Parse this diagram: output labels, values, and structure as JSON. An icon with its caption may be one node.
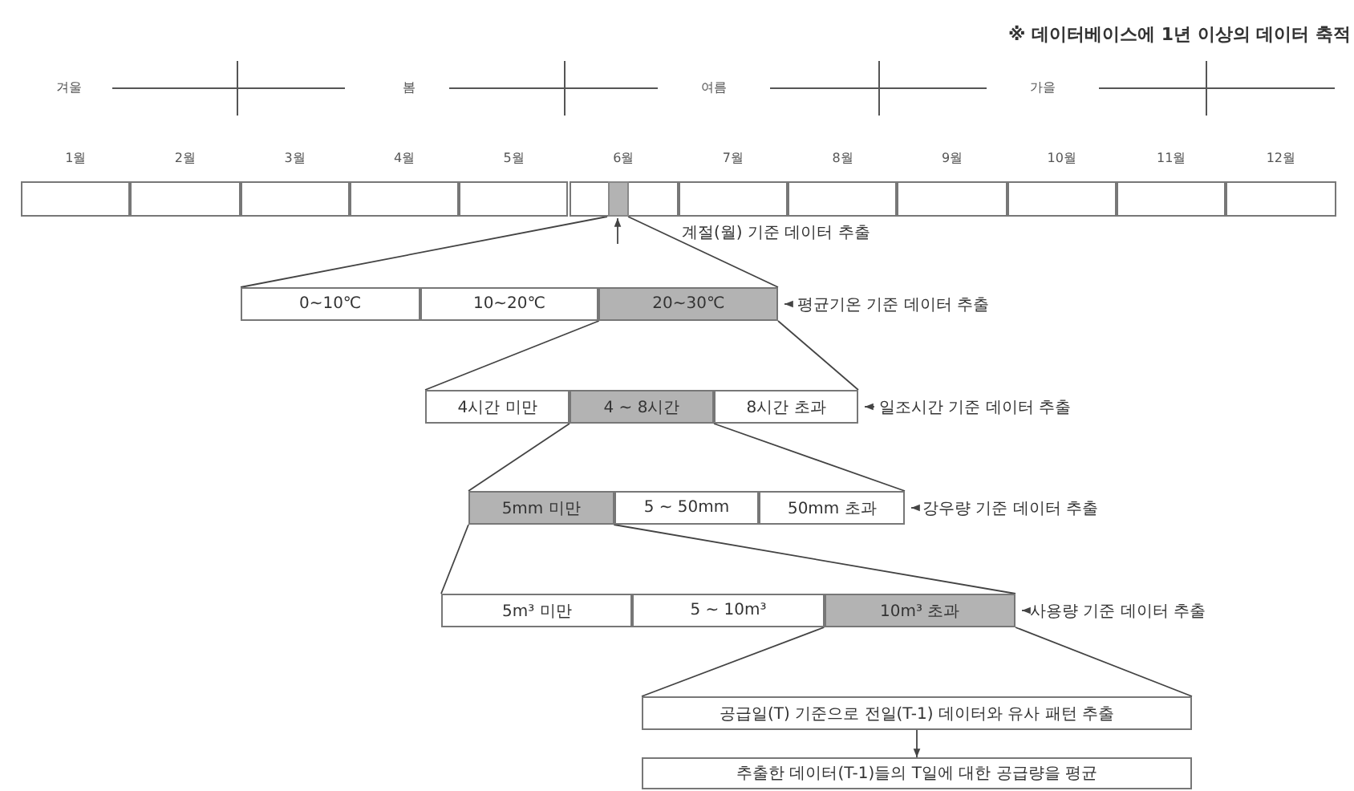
{
  "diagram": {
    "nodes": [
      {
        "text": [],
        "shape": "box",
        "beside": [
          "1월"
        ]
      },
      {
        "text": [],
        "shape": "box",
        "beside": [
          "2월"
        ]
      },
      {
        "text": [],
        "shape": "box",
        "beside": [
          "3월"
        ]
      },
      {
        "text": [],
        "shape": "box",
        "beside": [
          "4월"
        ]
      },
      {
        "text": [],
        "shape": "box",
        "beside": [
          "5월"
        ]
      },
      {
        "text": [],
        "shape": "box",
        "beside": [
          "6월"
        ]
      },
      {
        "text": [],
        "shape": "box",
        "beside": [
          "7월"
        ]
      },
      {
        "text": [],
        "shape": "box",
        "beside": [
          "8월"
        ]
      },
      {
        "text": [],
        "shape": "box",
        "beside": [
          "9월"
        ]
      },
      {
        "text": [],
        "shape": "box",
        "beside": [
          "10월"
        ]
      },
      {
        "text": [],
        "shape": "box",
        "beside": [
          "11월"
        ]
      },
      {
        "text": [],
        "shape": "box",
        "beside": [
          "12월"
        ]
      },
      {
        "text": [],
        "shape": "box",
        "in": 5
      },
      {
        "text": [
          "0~10℃"
        ]
      },
      {
        "text": [
          "10~20℃"
        ]
      },
      {
        "text": [
          "20~30℃"
        ]
      },
      {
        "text": [
          "평균기온 기준 데이터 추출"
        ]
      },
      {
        "text": [
          "4시간 미만"
        ]
      },
      {
        "text": [
          "4 ~ 8시간"
        ]
      },
      {
        "text": [
          "8시간 초과"
        ]
      },
      {
        "text": [
          "일조시간 기준 데이터 추출"
        ]
      },
      {
        "text": [
          "5mm 미만"
        ]
      },
      {
        "text": [
          "5 ~ 50mm"
        ]
      },
      {
        "text": [
          "50mm 초과"
        ]
      },
      {
        "text": [
          "강우량 기준 데이터 추출"
        ]
      },
      {
        "text": [
          "5m³ 미만"
        ]
      },
      {
        "text": [
          "5 ~ 10m³"
        ]
      },
      {
        "text": [
          "10m³ 초과"
        ]
      },
      {
        "text": [
          "사용량 기준 데이터 추출"
        ]
      },
      {
        "text": [
          "공급일(T) 기준으로 전일(T-1) 데이터와 유사 패턴 추출"
        ]
      },
      {
        "text": [
          "추출한 데이터(T-1)들의 T일에 대한 공급량을 평균"
        ]
      }
    ],
    "edges": [
      {
        "from": null,
        "to": 12,
        "arrow": "to"
      },
      {
        "from": 12,
        "to": 13,
        "arrow": "none"
      },
      {
        "from": 12,
        "to": 15,
        "arrow": "none"
      },
      {
        "from": 16,
        "to": 15,
        "arrow": "to"
      },
      {
        "from": 15,
        "to": 17,
        "arrow": "none"
      },
      {
        "from": 15,
        "to": 19,
        "arrow": "none"
      },
      {
        "from": 20,
        "to": 19,
        "arrow": "to"
      },
      {
        "from": 18,
        "to": 21,
        "arrow": "none"
      },
      {
        "from": 18,
        "to": 23,
        "arrow": "none"
      },
      {
        "from": 24,
        "to": 23,
        "arrow": "to"
      },
      {
        "from": 21,
        "to": 25,
        "arrow": "none"
      },
      {
        "from": 21,
        "to": 27,
        "arrow": "none"
      },
      {
        "from": 28,
        "to": 27,
        "arrow": "to"
      },
      {
        "from": 27,
        "to": 29,
        "arrow": "none"
      },
      {
        "from": 27,
        "to": 29,
        "arrow": "none"
      },
      {
        "from": 29,
        "to": 30,
        "arrow": "to"
      }
    ],
    "labels": [
      "※ 데이터베이스에 1년 이상의 데이터 축적",
      "겨울",
      "봄",
      "여름",
      "가을",
      "계절(월) 기준 데이터 추출"
    ]
  }
}
